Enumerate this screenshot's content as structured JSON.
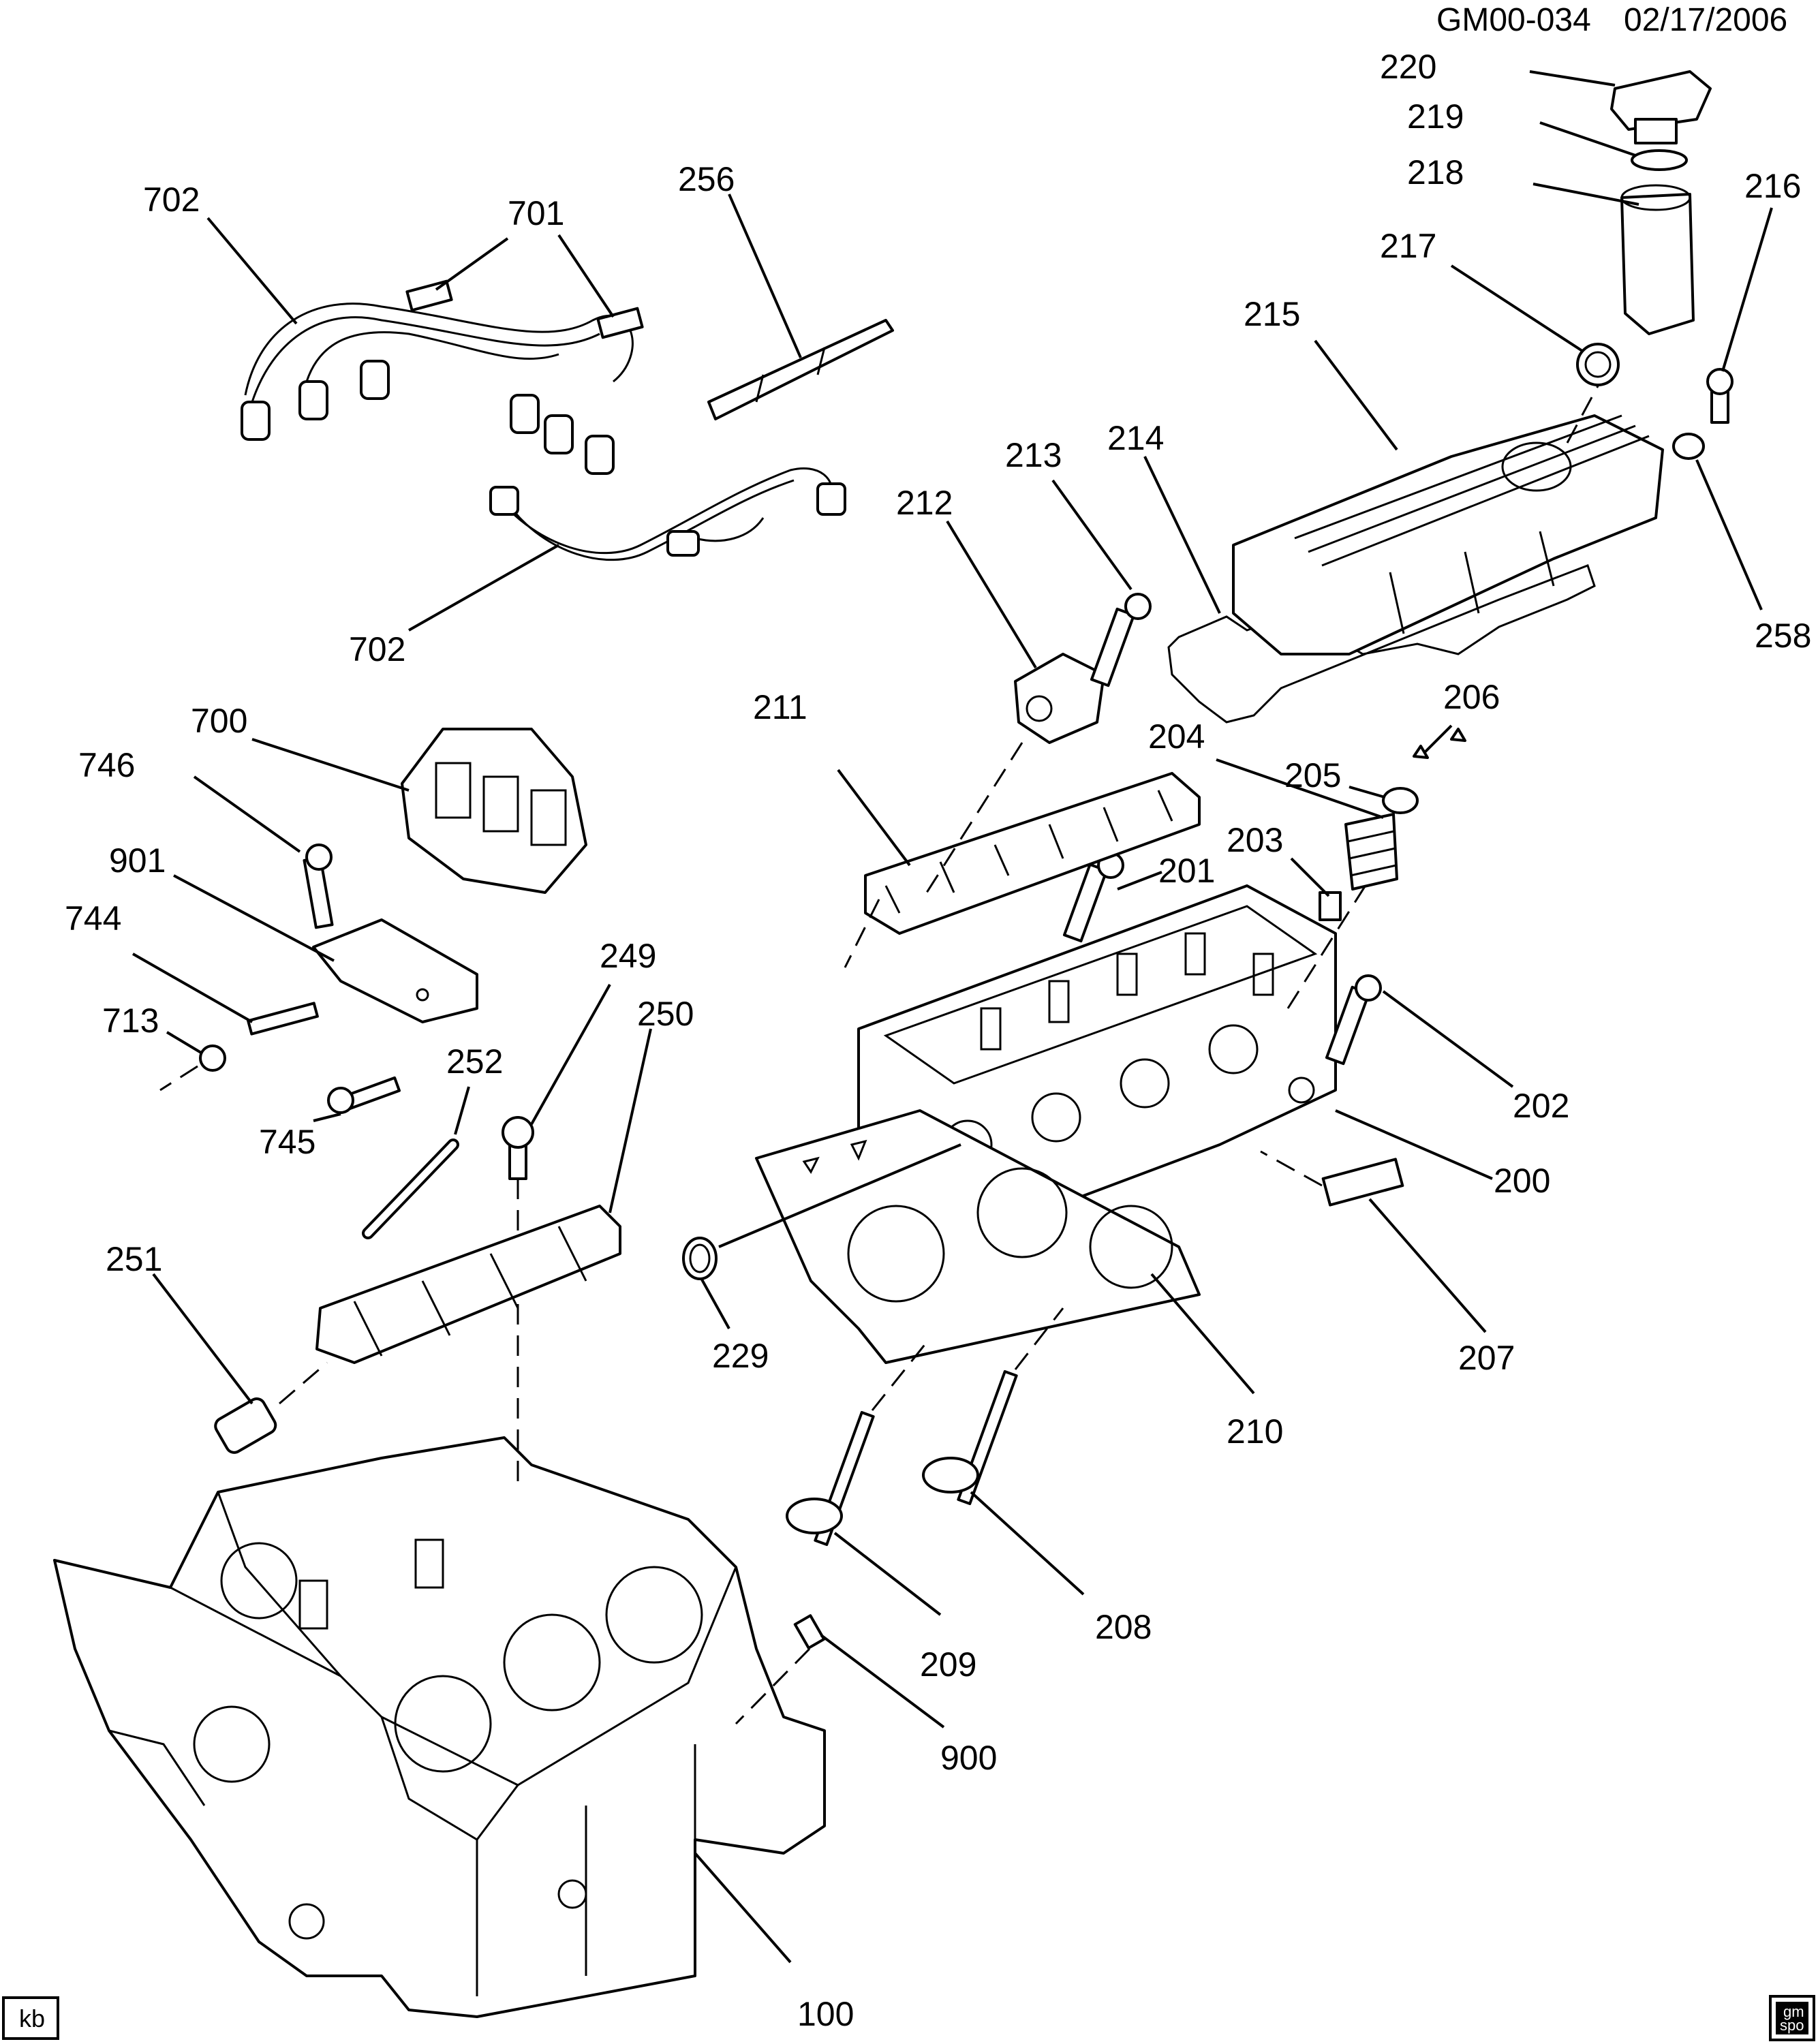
{
  "header": {
    "diagram_id": "GM00-034",
    "date": "02/17/2006"
  },
  "corner_marks": {
    "author": "kb",
    "logo_text": [
      "gm",
      "spo"
    ]
  },
  "callouts": [
    {
      "id": "220",
      "label": "220"
    },
    {
      "id": "219",
      "label": "219"
    },
    {
      "id": "218",
      "label": "218"
    },
    {
      "id": "216",
      "label": "216"
    },
    {
      "id": "217",
      "label": "217"
    },
    {
      "id": "215",
      "label": "215"
    },
    {
      "id": "214",
      "label": "214"
    },
    {
      "id": "258",
      "label": "258"
    },
    {
      "id": "213",
      "label": "213"
    },
    {
      "id": "212",
      "label": "212"
    },
    {
      "id": "206",
      "label": "206"
    },
    {
      "id": "205",
      "label": "205"
    },
    {
      "id": "204",
      "label": "204"
    },
    {
      "id": "211",
      "label": "211"
    },
    {
      "id": "203",
      "label": "203"
    },
    {
      "id": "201",
      "label": "201"
    },
    {
      "id": "202",
      "label": "202"
    },
    {
      "id": "200",
      "label": "200"
    },
    {
      "id": "207",
      "label": "207"
    },
    {
      "id": "210",
      "label": "210"
    },
    {
      "id": "229",
      "label": "229"
    },
    {
      "id": "208",
      "label": "208"
    },
    {
      "id": "209",
      "label": "209"
    },
    {
      "id": "900",
      "label": "900"
    },
    {
      "id": "100",
      "label": "100"
    },
    {
      "id": "702a",
      "label": "702"
    },
    {
      "id": "701",
      "label": "701"
    },
    {
      "id": "256",
      "label": "256"
    },
    {
      "id": "702b",
      "label": "702"
    },
    {
      "id": "700",
      "label": "700"
    },
    {
      "id": "746",
      "label": "746"
    },
    {
      "id": "901",
      "label": "901"
    },
    {
      "id": "744",
      "label": "744"
    },
    {
      "id": "713",
      "label": "713"
    },
    {
      "id": "745",
      "label": "745"
    },
    {
      "id": "249",
      "label": "249"
    },
    {
      "id": "250",
      "label": "250"
    },
    {
      "id": "252",
      "label": "252"
    },
    {
      "id": "251",
      "label": "251"
    }
  ]
}
